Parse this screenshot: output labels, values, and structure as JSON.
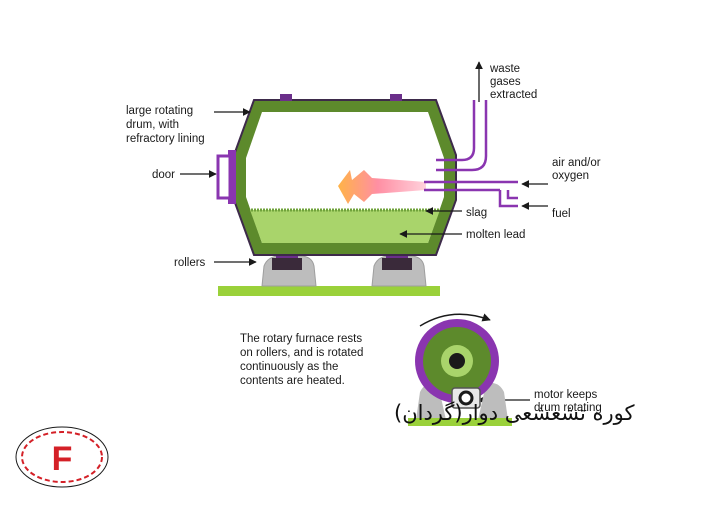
{
  "labels": {
    "drum": [
      "large rotating",
      "drum, with",
      "refractory lining"
    ],
    "door": "door",
    "rollers": "rollers",
    "waste": [
      "waste",
      "gases",
      "extracted"
    ],
    "air": [
      "air and/or",
      "oxygen"
    ],
    "fuel": "fuel",
    "slag": "slag",
    "molten": "molten lead",
    "motor": [
      "motor keeps",
      "drum rotating"
    ]
  },
  "caption": [
    "The rotary furnace rests",
    "on rollers, and is rotated",
    "continuously as the",
    "contents are heated."
  ],
  "persian_title": "کوره تشعشعی دوار(گردان)",
  "logo_letter": "F",
  "colors": {
    "drum_green": "#5d8a2c",
    "drum_outline": "#6b2f8a",
    "purple": "#8a35b0",
    "roller_gray": "#bdbdbd",
    "base_green": "#9ad13a",
    "logo_red": "#d42027"
  }
}
